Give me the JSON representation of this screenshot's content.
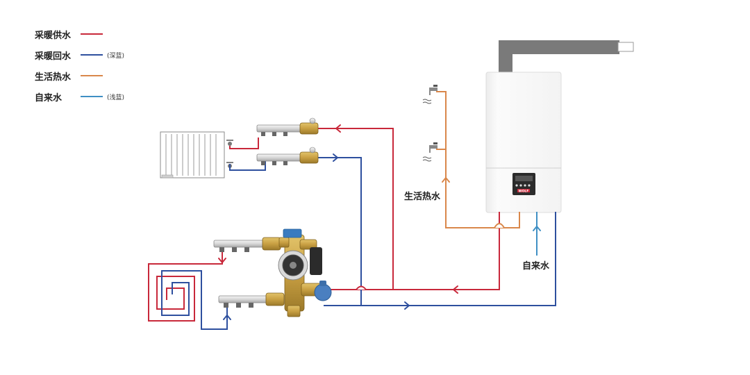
{
  "legend": [
    {
      "label": "采暖供水",
      "note": "",
      "color": "#c8283a"
    },
    {
      "label": "采暖回水",
      "note": "(深蓝)",
      "color": "#2d4f9e"
    },
    {
      "label": "生活热水",
      "note": "",
      "color": "#d9874a"
    },
    {
      "label": "自来水",
      "note": "(浅蓝)",
      "color": "#3f8fc4"
    }
  ],
  "labels": {
    "hot_water": "生活热水",
    "tap_water": "自来水"
  },
  "boiler": {
    "brand": "WOLF"
  },
  "colors": {
    "supply": "#c8283a",
    "return": "#2d4f9e",
    "hot_water": "#d9874a",
    "tap_water": "#3f8fc4",
    "flue": "#7a7a7a"
  }
}
